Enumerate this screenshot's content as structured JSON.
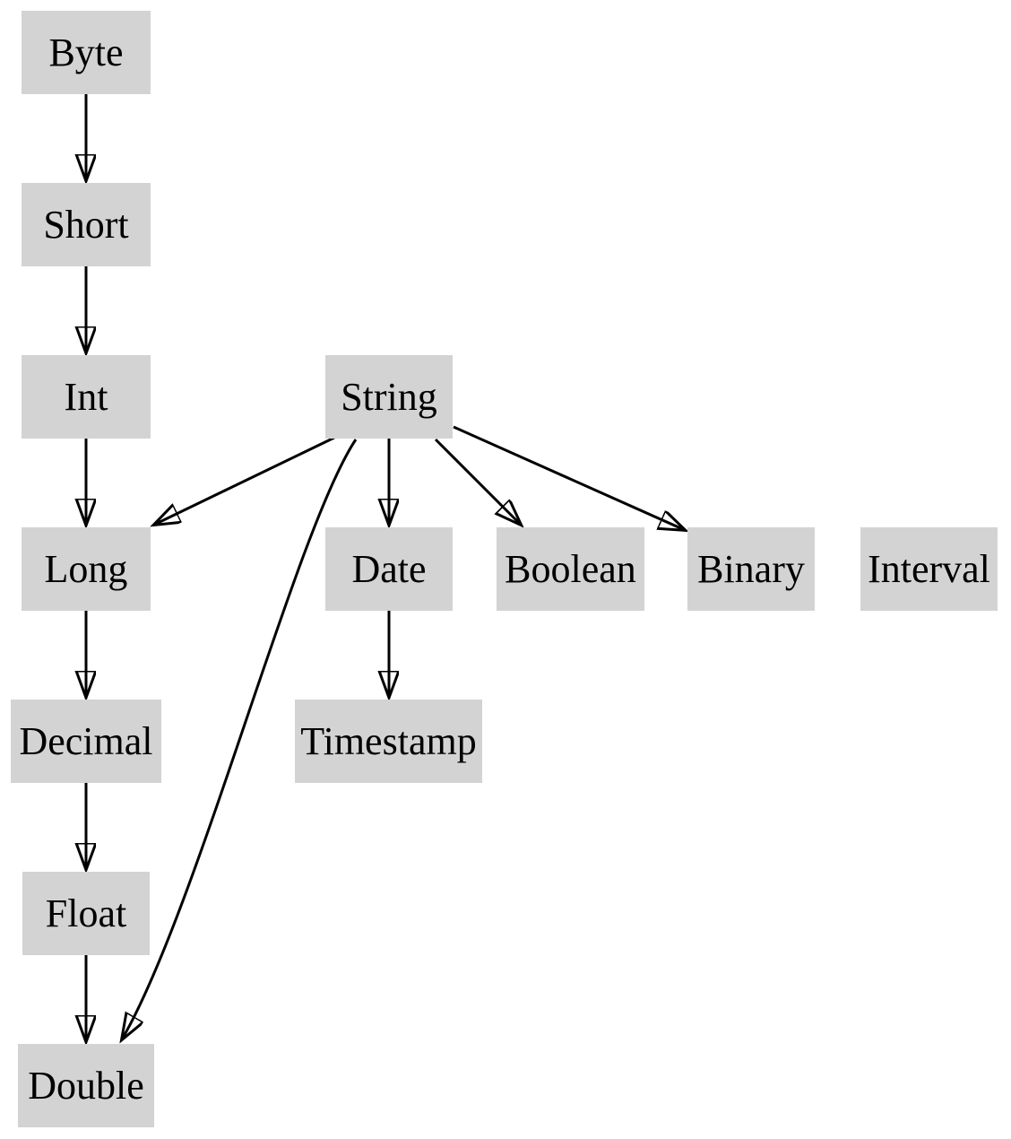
{
  "diagram": {
    "kind": "directed-graph",
    "colors": {
      "background": "#ffffff",
      "node_fill": "#d3d3d3",
      "node_text": "#000000",
      "edge": "#000000"
    },
    "nodes": [
      {
        "id": "byte",
        "label": "Byte"
      },
      {
        "id": "short",
        "label": "Short"
      },
      {
        "id": "int",
        "label": "Int"
      },
      {
        "id": "string",
        "label": "String"
      },
      {
        "id": "long",
        "label": "Long"
      },
      {
        "id": "date",
        "label": "Date"
      },
      {
        "id": "boolean",
        "label": "Boolean"
      },
      {
        "id": "binary",
        "label": "Binary"
      },
      {
        "id": "interval",
        "label": "Interval"
      },
      {
        "id": "decimal",
        "label": "Decimal"
      },
      {
        "id": "timestamp",
        "label": "Timestamp"
      },
      {
        "id": "float",
        "label": "Float"
      },
      {
        "id": "double",
        "label": "Double"
      }
    ],
    "edges": [
      {
        "from": "Byte",
        "to": "Short"
      },
      {
        "from": "Short",
        "to": "Int"
      },
      {
        "from": "Int",
        "to": "Long"
      },
      {
        "from": "String",
        "to": "Long"
      },
      {
        "from": "String",
        "to": "Date"
      },
      {
        "from": "String",
        "to": "Boolean"
      },
      {
        "from": "String",
        "to": "Binary"
      },
      {
        "from": "String",
        "to": "Double"
      },
      {
        "from": "Long",
        "to": "Decimal"
      },
      {
        "from": "Decimal",
        "to": "Float"
      },
      {
        "from": "Float",
        "to": "Double"
      },
      {
        "from": "Date",
        "to": "Timestamp"
      }
    ]
  }
}
